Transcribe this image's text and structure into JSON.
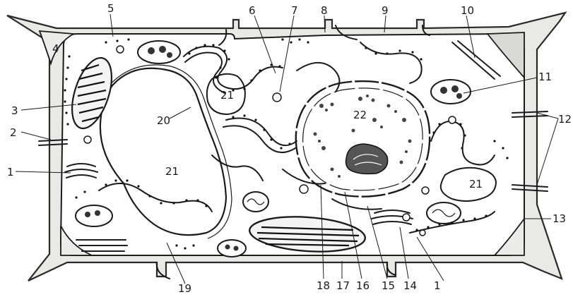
{
  "labels": {
    "l1a": "1",
    "l1b": "1",
    "l2": "2",
    "l3": "3",
    "l4": "4",
    "l5": "5",
    "l6": "6",
    "l7": "7",
    "l8": "8",
    "l9": "9",
    "l10": "10",
    "l11": "11",
    "l12": "12",
    "l13": "13",
    "l14": "14",
    "l15": "15",
    "l16": "16",
    "l17": "17",
    "l18": "18",
    "l19": "19",
    "l20": "20",
    "l21a": "21",
    "l21b": "21",
    "l21c": "21",
    "l22": "22"
  }
}
